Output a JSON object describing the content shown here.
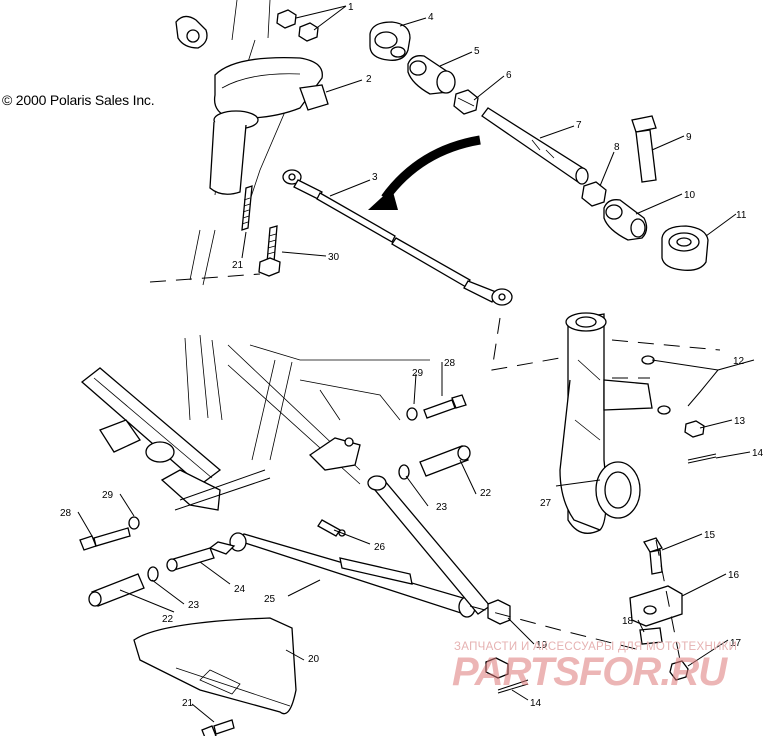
{
  "copyright": "© 2000 Polaris Sales Inc.",
  "watermark": {
    "caption": "ЗАПЧАСТИ И АКСЕССУАРЫ ДЛЯ МОТОТЕХНИКИ",
    "brand": "PARTSFOR.RU",
    "color": "#dd7a7a"
  },
  "callouts": [
    "1",
    "2",
    "3",
    "4",
    "5",
    "6",
    "7",
    "8",
    "9",
    "10",
    "11",
    "12",
    "13",
    "14",
    "15",
    "16",
    "17",
    "18",
    "19",
    "14",
    "20",
    "21",
    "21",
    "22",
    "22",
    "23",
    "23",
    "24",
    "25",
    "26",
    "27",
    "28",
    "28",
    "29",
    "29",
    "30"
  ]
}
